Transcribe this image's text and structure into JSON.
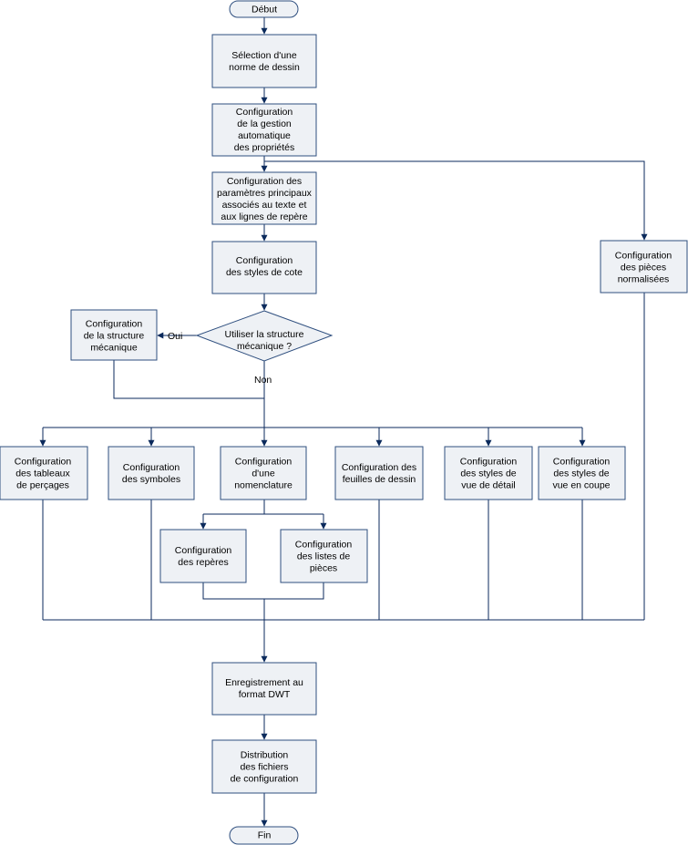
{
  "nodes": {
    "debut": [
      "Début"
    ],
    "selection": [
      "Sélection d'une",
      "norme de dessin"
    ],
    "gestion": [
      "Configuration",
      "de la gestion",
      "automatique",
      "des propriétés"
    ],
    "parametres": [
      "Configuration des",
      "paramètres principaux",
      "associés au texte et",
      "aux lignes de repère"
    ],
    "styles_cote": [
      "Configuration",
      "des styles de cote"
    ],
    "pieces_norm": [
      "Configuration",
      "des pièces",
      "normalisées"
    ],
    "decision": [
      "Utiliser la structure",
      "mécanique ?"
    ],
    "structure": [
      "Configuration",
      "de la structure",
      "mécanique"
    ],
    "tableaux": [
      "Configuration",
      "des tableaux",
      "de perçages"
    ],
    "symboles": [
      "Configuration",
      "des symboles"
    ],
    "nomenclature": [
      "Configuration",
      "d'une",
      "nomenclature"
    ],
    "feuilles": [
      "Configuration des",
      "feuilles de dessin"
    ],
    "vue_detail": [
      "Configuration",
      "des styles de",
      "vue de détail"
    ],
    "vue_coupe": [
      "Configuration",
      "des styles de",
      "vue en coupe"
    ],
    "reperes": [
      "Configuration",
      "des repères"
    ],
    "listes": [
      "Configuration",
      "des listes de",
      "pièces"
    ],
    "enregistrement": [
      "Enregistrement au",
      "format DWT"
    ],
    "distribution": [
      "Distribution",
      "des fichiers",
      "de configuration"
    ],
    "fin": [
      "Fin"
    ]
  },
  "labels": {
    "oui": "Oui",
    "non": "Non"
  },
  "colors": {
    "fill": "#eef1f5",
    "stroke": "#2f4f7f",
    "edge": "#0b2a5c"
  }
}
